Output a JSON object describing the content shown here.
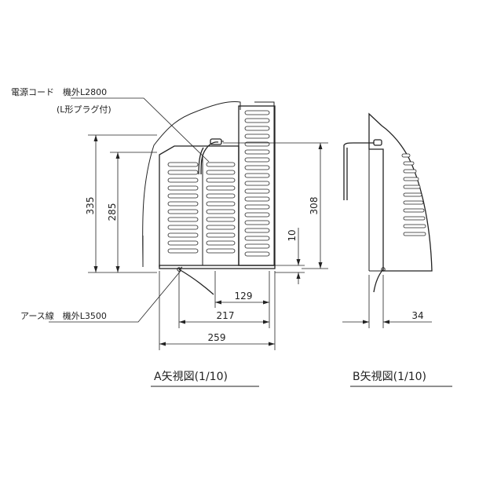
{
  "notes": {
    "power_cord_line1": "電源コード　機外L2800",
    "power_cord_line2": "(L形プラグ付)",
    "earth_wire": "アース線　機外L3500"
  },
  "dimensions": {
    "h335": "335",
    "h285": "285",
    "h308": "308",
    "h10": "10",
    "w129": "129",
    "w217": "217",
    "w259": "259",
    "w34": "34"
  },
  "views": {
    "view_a": "A矢視図(1/10)",
    "view_b": "B矢視図(1/10)"
  }
}
